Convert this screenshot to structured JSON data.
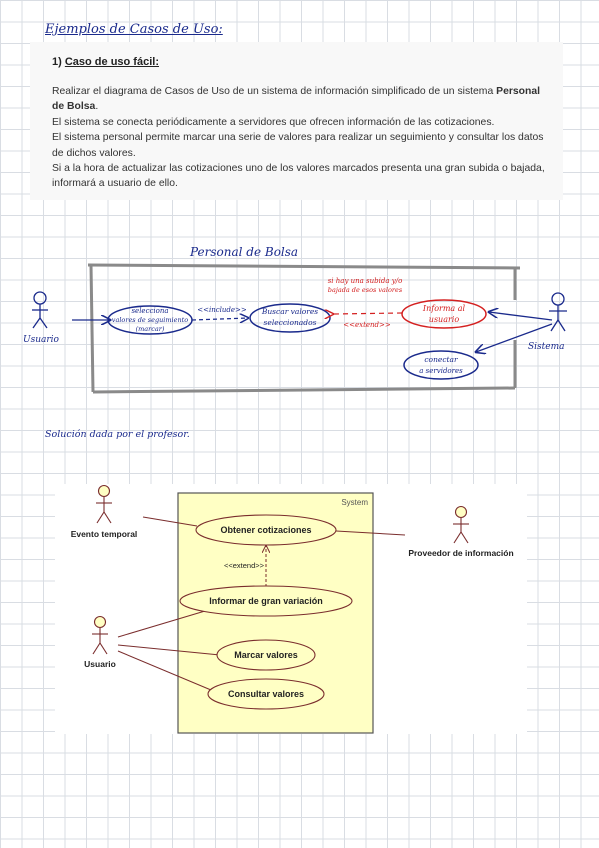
{
  "page": {
    "title": "Ejemplos de Casos de Uso:",
    "heading_number": "1)",
    "heading_text": "Caso de uso fácil:",
    "paragraph_1_pre": "Realizar el diagrama de Casos de Uso de un sistema de información simplificado de un sistema ",
    "paragraph_1_bold": "Personal de Bolsa",
    "paragraph_1_post": ".",
    "paragraph_2": "El sistema se conecta periódicamente a servidores que ofrecen información de las cotizaciones.",
    "paragraph_3": "El sistema personal permite marcar una serie de valores para realizar un seguimiento y consultar los datos de dichos valores.",
    "paragraph_4": "Si a la hora de actualizar las cotizaciones uno de los valores marcados presenta una gran subida o bajada, informará a usuario de ello.",
    "solution_note": "Solución dada por el profesor."
  },
  "hand_diagram": {
    "system_name": "Personal de Bolsa",
    "actor_user": "Usuario",
    "actor_system": "Sistema",
    "uc_select": [
      "selecciona",
      "valores de seguimiento",
      "(marcar)"
    ],
    "uc_search": [
      "Buscar valores",
      "seleccionados"
    ],
    "uc_inform": [
      "Informa al",
      "usuario"
    ],
    "uc_connect": [
      "conectar",
      "a servidores"
    ],
    "include_label": "<<include>>",
    "extend_label": "<<extend>>",
    "extend_condition": [
      "si hay una subida y/o",
      "bajada de esos valores"
    ],
    "colors": {
      "blue": "#1a2a8c",
      "red": "#d42020",
      "frame": "#8a8a8a"
    }
  },
  "uml_diagram": {
    "system_label": "System",
    "actor_time": "Evento temporal",
    "actor_provider": "Proveedor de información",
    "actor_user": "Usuario",
    "uc_get_quotes": "Obtener cotizaciones",
    "uc_inform_variation": "Informar de gran variación",
    "uc_mark": "Marcar valores",
    "uc_consult": "Consultar valores",
    "extend_label": "<<extend>>",
    "colors": {
      "system_fill": "#ffffc4",
      "usecase_fill": "#ffffc4",
      "border": "#7a2d2d",
      "actor": "#7a2d2d"
    }
  }
}
